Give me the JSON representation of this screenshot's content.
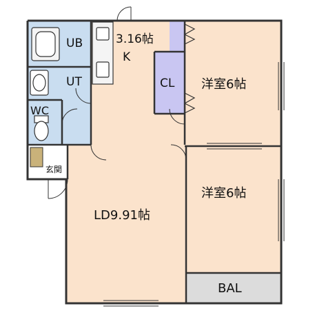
{
  "rooms": {
    "ub": "UB",
    "ut": "UT",
    "wc": "WC",
    "genkan": "玄関",
    "kitchen_size": "3.16帖",
    "kitchen": "K",
    "closet": "CL",
    "bedroom_top": "洋室6帖",
    "bedroom_bottom": "洋室6帖",
    "ld": "LD9.91帖",
    "balcony": "BAL"
  },
  "colors": {
    "wall": "#333333",
    "floor": "#fbe3cc",
    "wet_area": "#c9ddf0",
    "closet": "#c9c6f2",
    "balcony": "#dcdcdc",
    "entrance": "#c9b27a"
  }
}
